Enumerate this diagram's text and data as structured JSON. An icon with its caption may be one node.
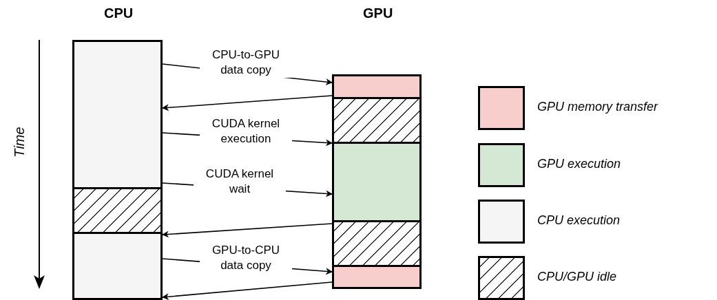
{
  "diagram": {
    "nodes": [
      {
        "text": [
          "CPU"
        ]
      },
      {
        "text": [],
        "shape": "box",
        "in": 0
      },
      {
        "text": [],
        "shape": "box",
        "in": 0
      },
      {
        "text": [],
        "shape": "box",
        "in": 0
      },
      {
        "text": [
          "GPU"
        ]
      },
      {
        "text": [],
        "shape": "box",
        "in": 4
      },
      {
        "text": [],
        "shape": "box",
        "in": 4
      },
      {
        "text": [],
        "shape": "box",
        "in": 4
      },
      {
        "text": [],
        "shape": "box",
        "in": 4
      },
      {
        "text": [],
        "shape": "box",
        "in": 4
      }
    ],
    "edges": [
      {
        "from": 1,
        "to": 5,
        "arrow": "to",
        "label": "CPU-to-GPU data copy"
      },
      {
        "from": 5,
        "to": 1,
        "arrow": "to"
      },
      {
        "from": 1,
        "to": 7,
        "arrow": "to",
        "label": "CUDA kernel execution"
      },
      {
        "from": 1,
        "to": 7,
        "arrow": "to",
        "label": "CUDA kernel wait"
      },
      {
        "from": 8,
        "to": 2,
        "arrow": "to"
      },
      {
        "from": 3,
        "to": 9,
        "arrow": "to",
        "label": "GPU-to-CPU data copy"
      },
      {
        "from": 9,
        "to": 3,
        "arrow": "to"
      }
    ],
    "labels": [
      "Time"
    ],
    "legend": [
      {
        "text": "GPU memory transfer",
        "color": "#f8cecc"
      },
      {
        "text": "GPU execution",
        "color": "#d5e8d4"
      },
      {
        "text": "CPU execution",
        "color": "#f5f5f5"
      },
      {
        "text": "CPU/GPU idle"
      }
    ]
  }
}
